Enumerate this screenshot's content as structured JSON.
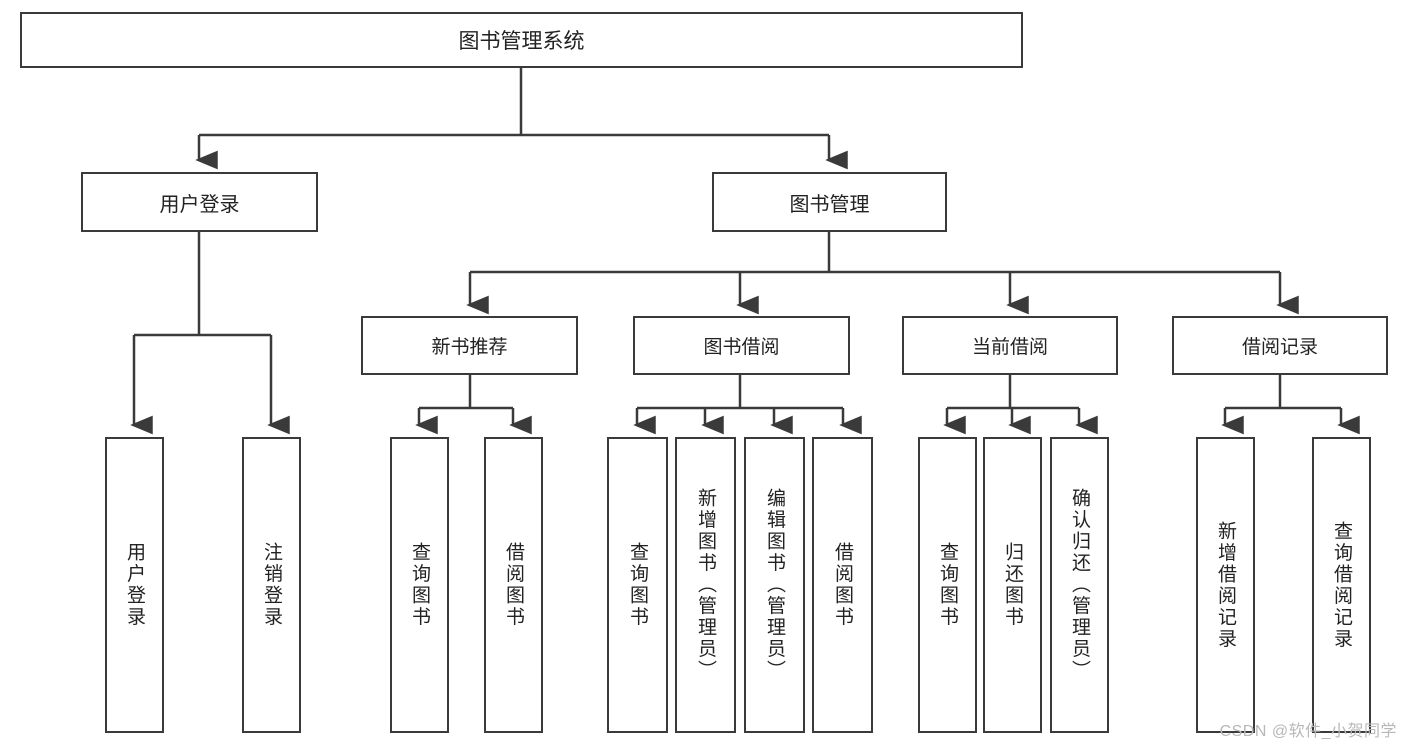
{
  "diagram": {
    "type": "tree-hierarchy",
    "title": "图书管理系统",
    "root": {
      "id": "root",
      "label": "图书管理系统"
    },
    "level1": [
      {
        "id": "user-login",
        "label": "用户登录"
      },
      {
        "id": "book-management",
        "label": "图书管理"
      }
    ],
    "level2": [
      {
        "id": "new-book-recommend",
        "label": "新书推荐",
        "parent": "book-management"
      },
      {
        "id": "book-borrow",
        "label": "图书借阅",
        "parent": "book-management"
      },
      {
        "id": "current-borrow",
        "label": "当前借阅",
        "parent": "book-management"
      },
      {
        "id": "borrow-record",
        "label": "借阅记录",
        "parent": "book-management"
      }
    ],
    "leaves": {
      "user_login": [
        {
          "id": "leaf-user-login",
          "label": "用户登录"
        },
        {
          "id": "leaf-user-logout",
          "label": "注销登录"
        }
      ],
      "new_book_recommend": [
        {
          "id": "leaf-query-book-1",
          "label": "查询图书"
        },
        {
          "id": "leaf-borrow-book-1",
          "label": "借阅图书"
        }
      ],
      "book_borrow": [
        {
          "id": "leaf-query-book-2",
          "label": "查询图书"
        },
        {
          "id": "leaf-add-book",
          "label": "新增图书（管理员）"
        },
        {
          "id": "leaf-edit-book",
          "label": "编辑图书（管理员）"
        },
        {
          "id": "leaf-borrow-book-2",
          "label": "借阅图书"
        }
      ],
      "current_borrow": [
        {
          "id": "leaf-query-book-3",
          "label": "查询图书"
        },
        {
          "id": "leaf-return-book",
          "label": "归还图书"
        },
        {
          "id": "leaf-confirm-return",
          "label": "确认归还（管理员）"
        }
      ],
      "borrow_record": [
        {
          "id": "leaf-add-record",
          "label": "新增借阅记录"
        },
        {
          "id": "leaf-query-record",
          "label": "查询借阅记录"
        }
      ]
    },
    "colors": {
      "stroke": "#3a3a3a",
      "background": "#ffffff",
      "text": "#222222",
      "watermark": "#b8b8b8"
    }
  },
  "watermark": {
    "text": "CSDN @软件_小贺同学"
  }
}
